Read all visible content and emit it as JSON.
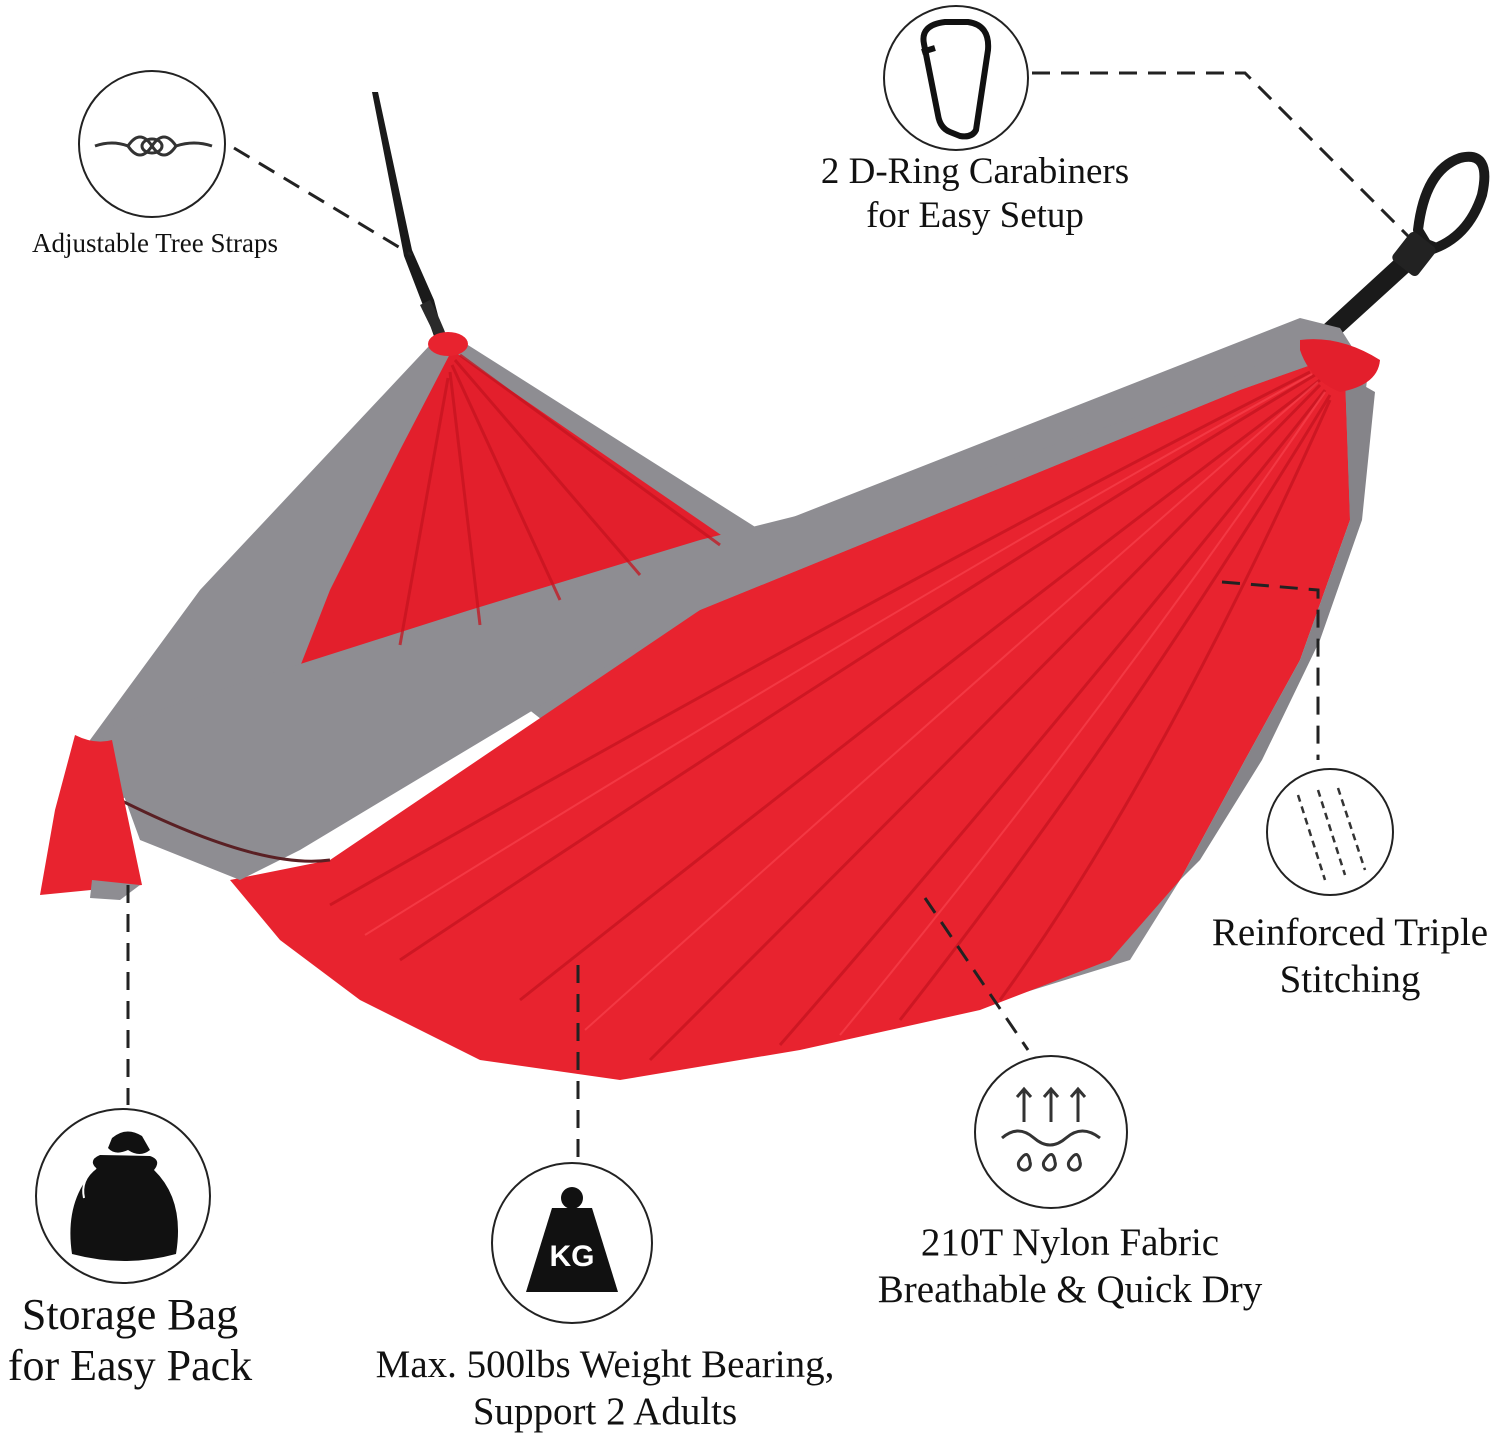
{
  "product": {
    "colors": {
      "fabric_main": "#e8232f",
      "fabric_trim": "#8e8d92",
      "strap": "#1a1a1a",
      "callout_line": "#222222"
    }
  },
  "features": {
    "tree_straps": {
      "icon": "knot-icon",
      "line1": "Adjustable Tree Straps"
    },
    "carabiners": {
      "icon": "carabiner-icon",
      "line1": "2 D-Ring Carabiners",
      "line2": "for Easy Setup"
    },
    "stitching": {
      "icon": "stitching-icon",
      "line1": "Reinforced Triple",
      "line2": "Stitching"
    },
    "nylon": {
      "icon": "breathable-fabric-icon",
      "line1": "210T Nylon Fabric",
      "line2": "Breathable & Quick Dry"
    },
    "weight": {
      "icon": "kg-weight-icon",
      "icon_text": "KG",
      "line1": "Max. 500lbs Weight Bearing,",
      "line2": "Support 2 Adults"
    },
    "storage_bag": {
      "icon": "drawstring-bag-icon",
      "line1": "Storage Bag",
      "line2": "for Easy Pack"
    }
  }
}
